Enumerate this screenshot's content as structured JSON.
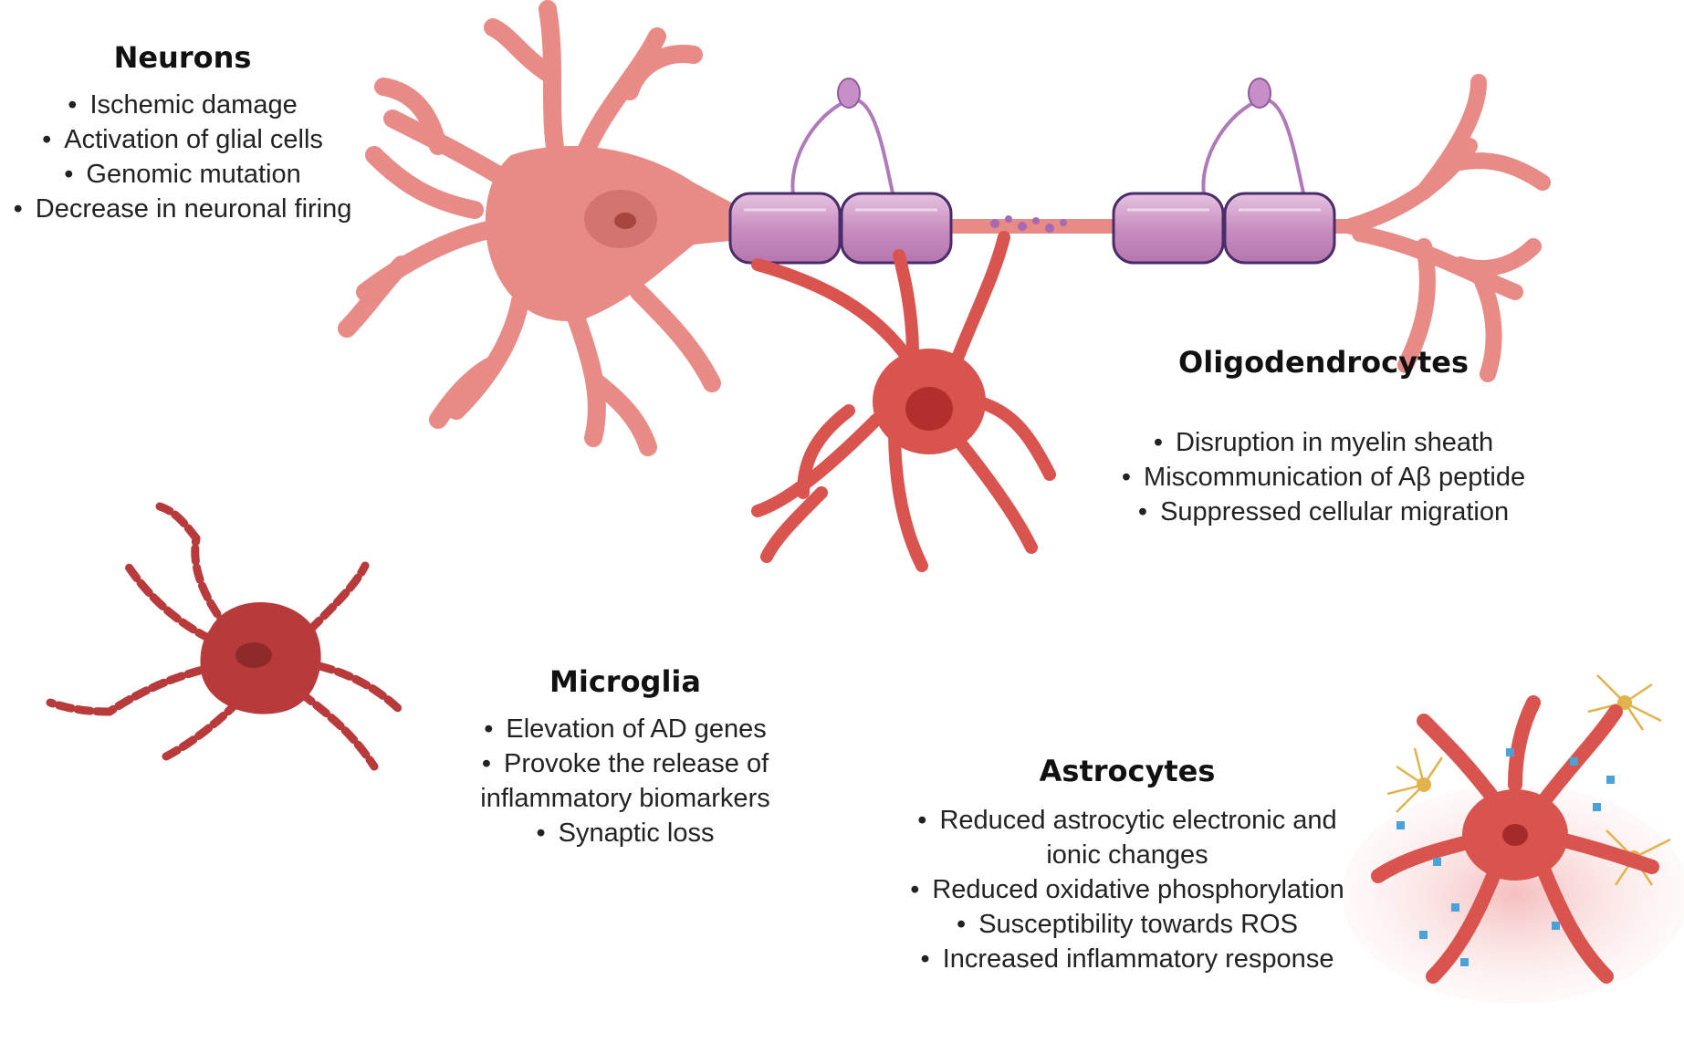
{
  "neurons": {
    "title": "Neurons",
    "items": [
      "Ischemic damage",
      "Activation of glial cells",
      "Genomic mutation",
      "Decrease in neuronal firing"
    ]
  },
  "oligodendrocytes": {
    "title": "Oligodendrocytes",
    "items": [
      "Disruption in myelin sheath",
      "Miscommunication of Aβ peptide",
      "Suppressed cellular migration"
    ]
  },
  "microglia": {
    "title": "Microglia",
    "items": [
      "Elevation of AD genes",
      "Provoke the release of inflammatory biomarkers",
      "Synaptic loss"
    ]
  },
  "astrocytes": {
    "title": "Astrocytes",
    "items": [
      "Reduced astrocytic electronic and ionic changes",
      "Reduced oxidative phosphorylation",
      "Susceptibility towards ROS",
      "Increased inflammatory response"
    ]
  },
  "colors": {
    "neuron": "#e88a86",
    "neuron_nucleus": "#c0504d",
    "oligodendrocyte": "#d9534f",
    "oligo_nucleus": "#b22f2c",
    "microglia": "#b83a3a",
    "myelin": "#c77fbd",
    "myelin_outline": "#4a2c6a",
    "astrocyte": "#d9534f",
    "glow": "#f7c8c8",
    "dots": "#4aa3d6",
    "synapse": "#e2b24c"
  }
}
